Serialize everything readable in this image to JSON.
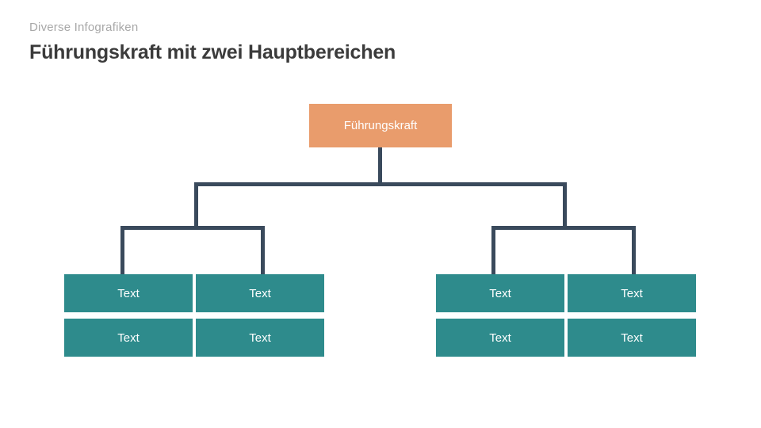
{
  "header": {
    "eyebrow": "Diverse Infografiken",
    "title": "Führungskraft mit zwei Hauptbereichen"
  },
  "colors": {
    "root_box": "#e99c6c",
    "leaf_box": "#2e8b8c",
    "connector": "#3a4a5c",
    "title_text": "#3b3b3b",
    "eyebrow_text": "#a8a8a8",
    "node_text": "#ffffff",
    "background": "#ffffff"
  },
  "diagram": {
    "type": "org-chart",
    "root": {
      "label": "Führungskraft"
    },
    "branches": [
      {
        "name": "left-branch",
        "leaves": [
          {
            "label": "Text"
          },
          {
            "label": "Text"
          },
          {
            "label": "Text"
          },
          {
            "label": "Text"
          }
        ]
      },
      {
        "name": "right-branch",
        "leaves": [
          {
            "label": "Text"
          },
          {
            "label": "Text"
          },
          {
            "label": "Text"
          },
          {
            "label": "Text"
          }
        ]
      }
    ]
  }
}
